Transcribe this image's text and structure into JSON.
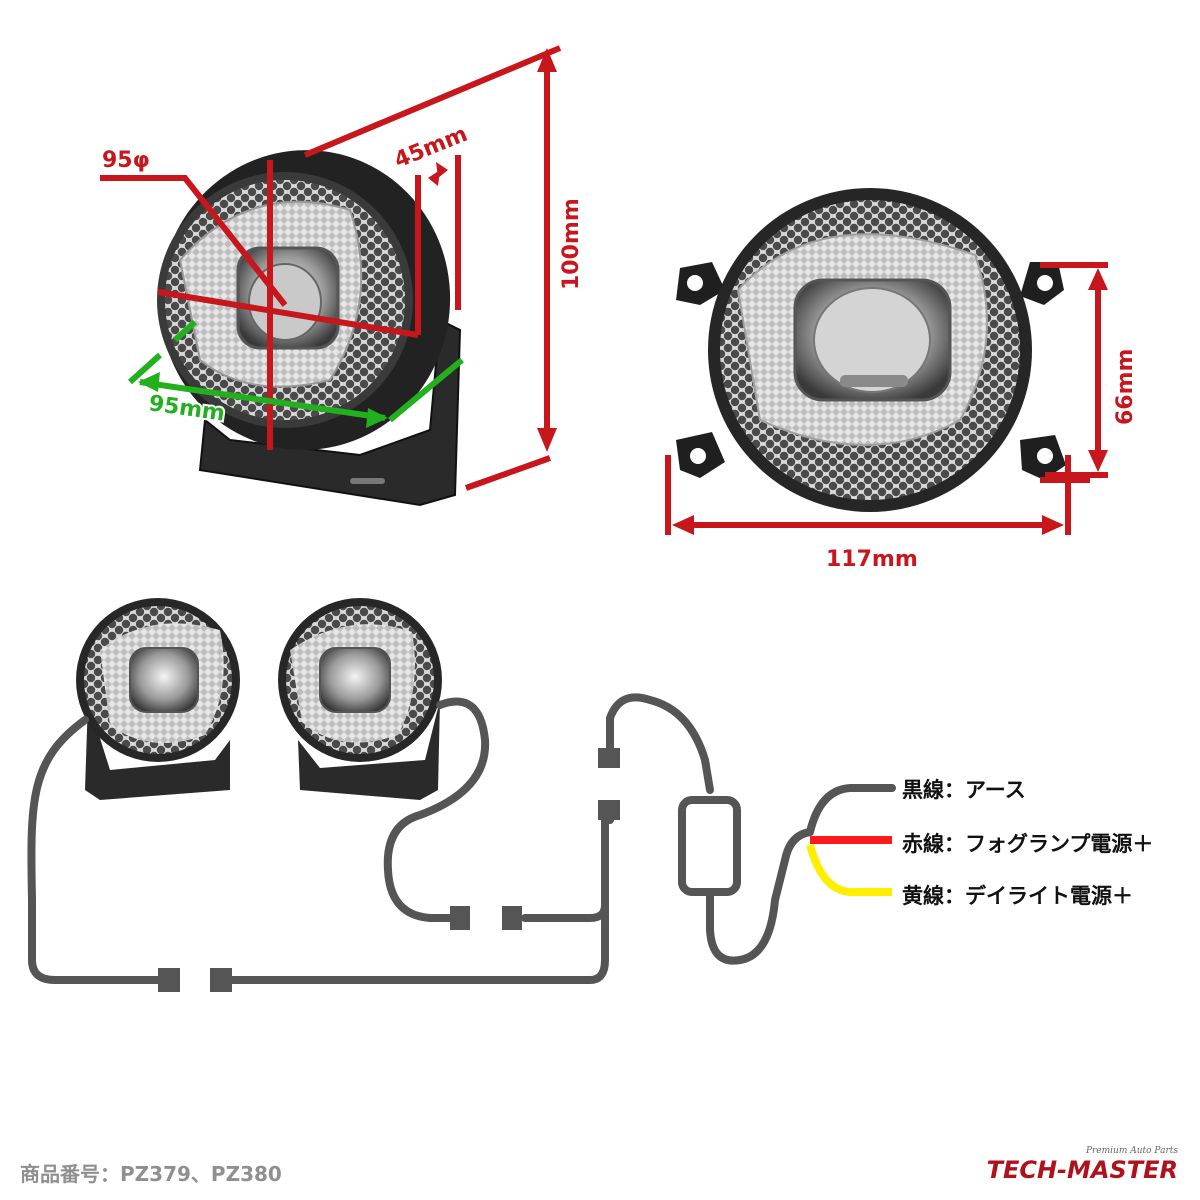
{
  "dimensions": {
    "diameter": "95φ",
    "depth": "45mm",
    "height": "100mm",
    "width_green": "95mm",
    "bracket_height": "66mm",
    "bracket_width": "117mm"
  },
  "wiring": [
    {
      "label": "黒線：アース",
      "color": "#555555"
    },
    {
      "label": "赤線：フォグランプ電源＋",
      "color": "#ff1a1a"
    },
    {
      "label": "黄線：デイライト電源＋",
      "color": "#ffee00"
    }
  ],
  "footer": {
    "product_code": "商品番号：PZ379、PZ380",
    "brand_sub": "Premium Auto Parts",
    "brand_name": "TECH-MASTER"
  },
  "colors": {
    "dimension_red": "#c8161d",
    "dimension_green": "#22b01e",
    "wire_gray": "#555555"
  }
}
